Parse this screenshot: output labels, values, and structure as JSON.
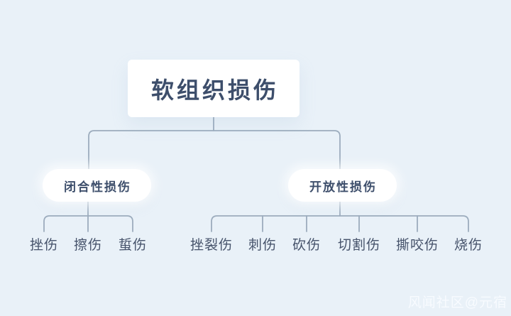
{
  "tree": {
    "root": {
      "label": "软组织损伤"
    },
    "branches": [
      {
        "label": "闭合性损伤",
        "children": [
          "挫伤",
          "擦伤",
          "蜇伤"
        ]
      },
      {
        "label": "开放性损伤",
        "children": [
          "挫裂伤",
          "刺伤",
          "砍伤",
          "切割伤",
          "撕咬伤",
          "烧伤"
        ]
      }
    ]
  },
  "watermark": {
    "text": "风闻社区@元宿"
  },
  "colors": {
    "background": "#E9F1F8",
    "node_background": "#FFFFFF",
    "text": "#3D4E6B",
    "leaf_text": "#46536B",
    "line": "#9CACBD",
    "watermark": "#F8FCFF"
  }
}
